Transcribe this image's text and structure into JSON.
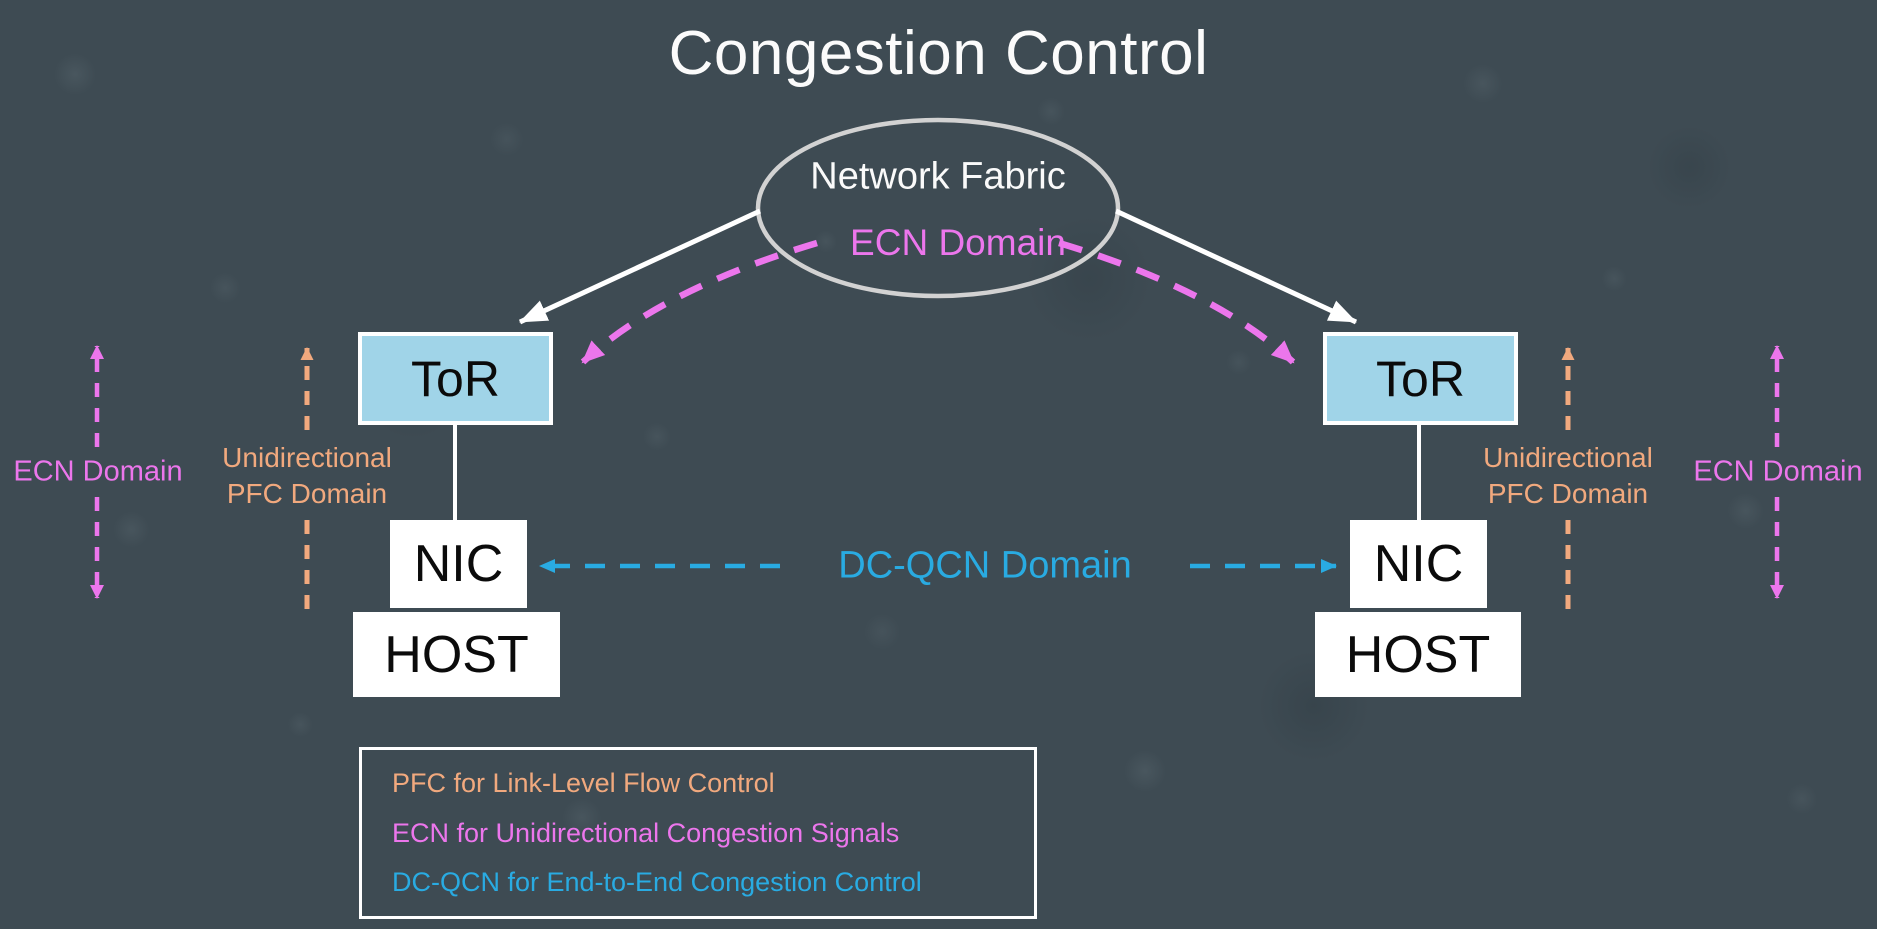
{
  "title": "Congestion Control",
  "colors": {
    "magenta": "#EC76EC",
    "orange": "#F1A97E",
    "blue": "#29ABE2",
    "tor_fill": "#A0D4E8",
    "bg": "#3E4B53",
    "line_white": "#FFFFFF",
    "ellipse_stroke": "#D2D2D2"
  },
  "fabric": {
    "label": "Network Fabric",
    "sublabel": "ECN Domain"
  },
  "nodes": {
    "tor": "ToR",
    "nic": "NIC",
    "host": "HOST"
  },
  "domains": {
    "ecn_side": "ECN Domain",
    "pfc_line1": "Unidirectional",
    "pfc_line2": "PFC Domain",
    "dcqcn": "DC-QCN Domain"
  },
  "legend": {
    "items": [
      {
        "text": "PFC for Link-Level Flow Control",
        "color": "#F1A97E"
      },
      {
        "text": "ECN for Unidirectional Congestion Signals",
        "color": "#EC76EC"
      },
      {
        "text": "DC-QCN for End-to-End Congestion Control",
        "color": "#29ABE2"
      }
    ]
  }
}
